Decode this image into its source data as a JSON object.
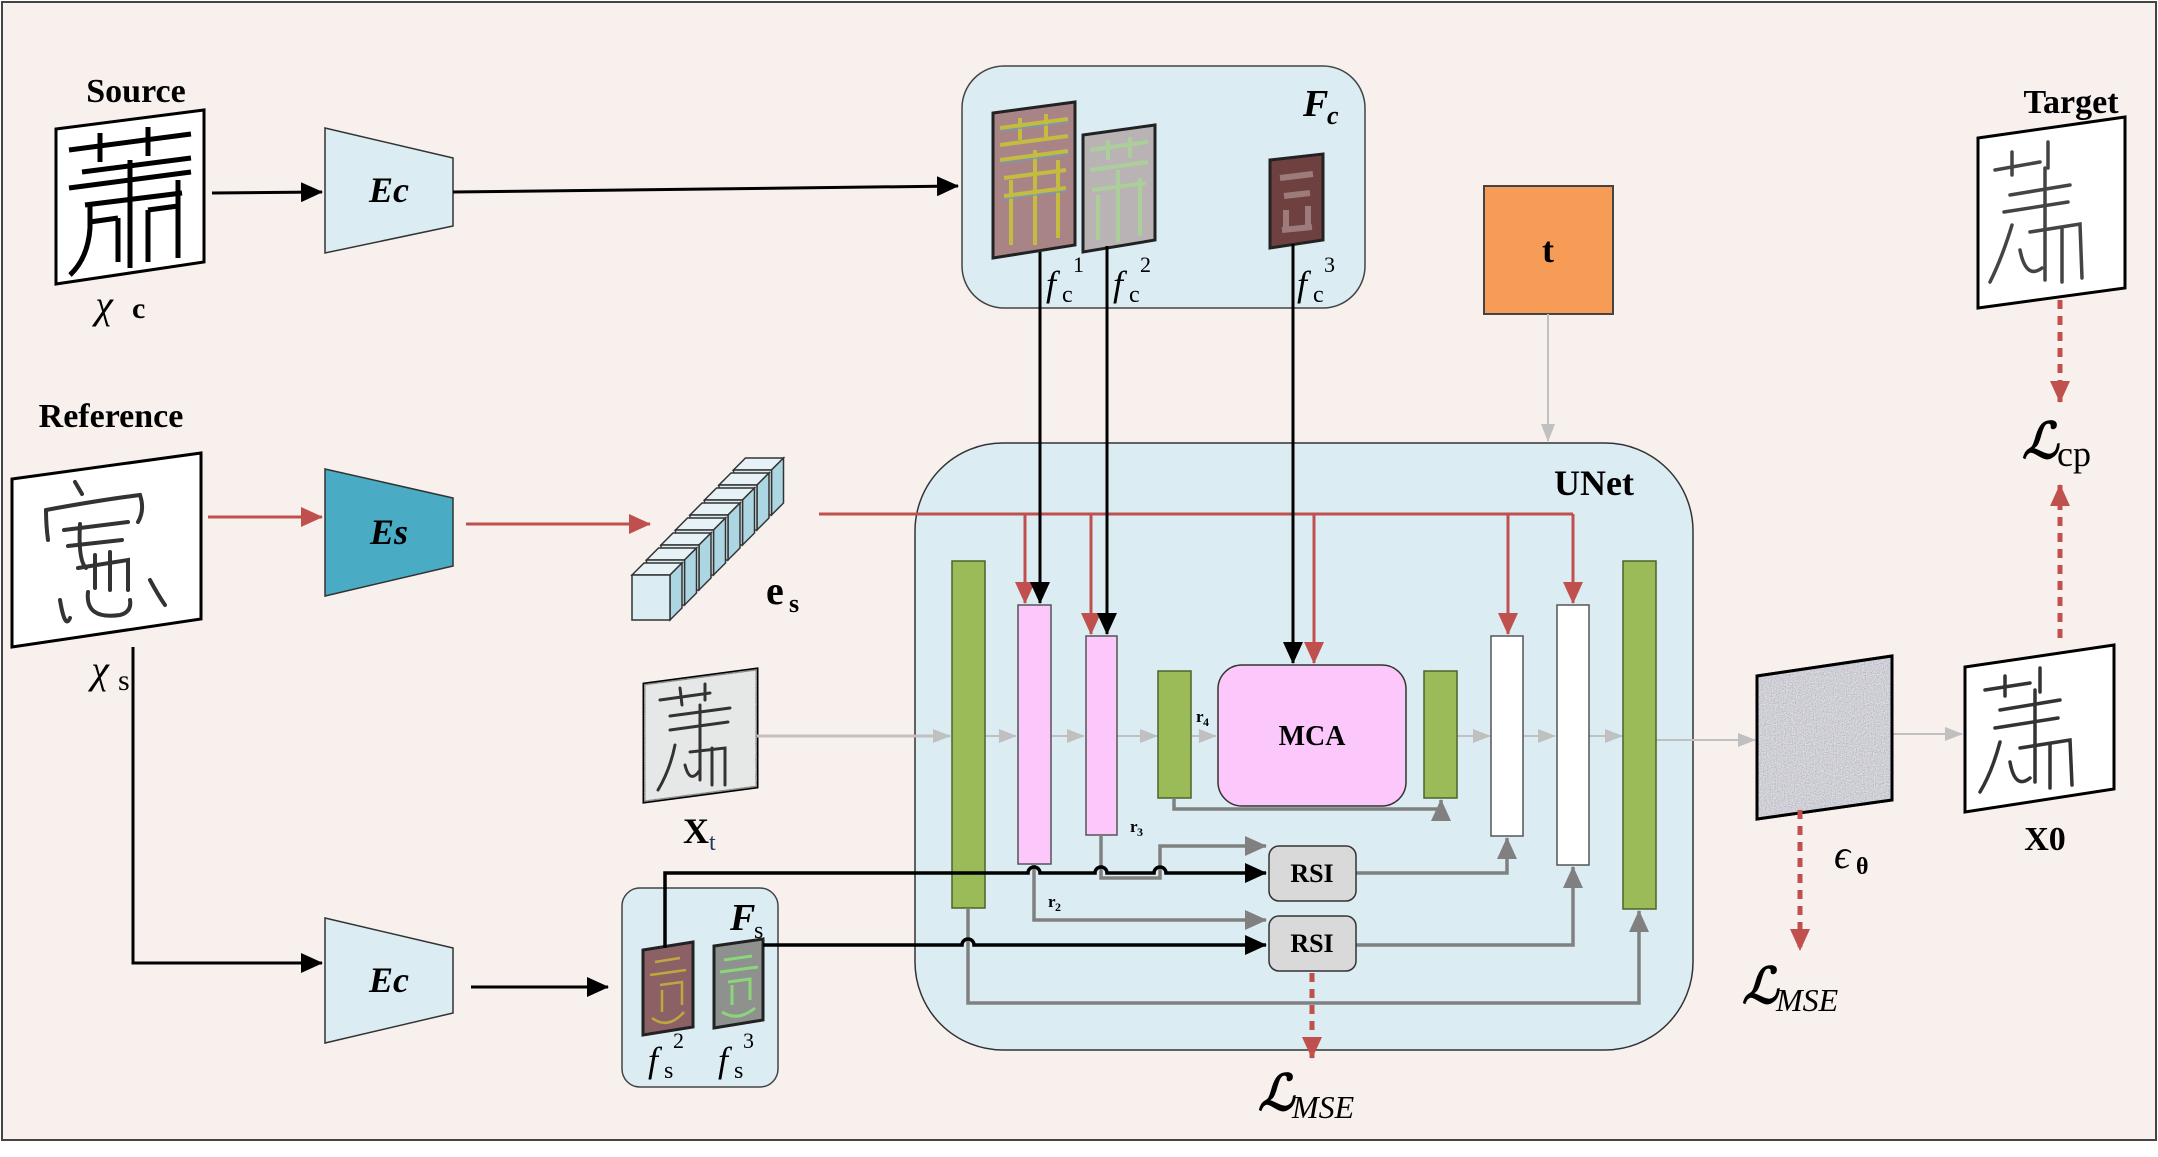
{
  "figure": {
    "inputs": {
      "source_title": "Source",
      "source_var": "χ",
      "source_var_sub": "c",
      "reference_title": "Reference",
      "reference_var": "χ",
      "reference_var_sub": "s",
      "target_title": "Target"
    },
    "encoders": {
      "content_encoder": "Ec",
      "style_encoder": "Es",
      "content_encoder_2": "Ec"
    },
    "style_embedding": {
      "label": "e",
      "sub": "s"
    },
    "content_features": {
      "group_label": "F",
      "group_sub": "c",
      "maps": [
        {
          "label": "f",
          "sub": "c",
          "sup": "1"
        },
        {
          "label": "f",
          "sub": "c",
          "sup": "2"
        },
        {
          "label": "f",
          "sub": "c",
          "sup": "3"
        }
      ]
    },
    "style_features": {
      "group_label": "F",
      "group_sub": "s",
      "maps": [
        {
          "label": "f",
          "sub": "s",
          "sup": "2"
        },
        {
          "label": "f",
          "sub": "s",
          "sup": "3"
        }
      ]
    },
    "timestep": {
      "label": "t"
    },
    "noisy_input": {
      "label": "X",
      "sub": "t"
    },
    "unet": {
      "title": "UNet",
      "mca_label": "MCA",
      "rsi_labels": [
        "RSI",
        "RSI"
      ],
      "residual_labels": [
        {
          "label": "r",
          "sub": "4"
        },
        {
          "label": "r",
          "sub": "3"
        },
        {
          "label": "r",
          "sub": "2"
        }
      ]
    },
    "outputs": {
      "noise_pred": {
        "label": "ϵ",
        "sub": "θ"
      },
      "x0": {
        "label": "X0"
      }
    },
    "losses": {
      "cp": {
        "symbol": "ℒ",
        "sub": "cp"
      },
      "mse_right": {
        "symbol": "ℒ",
        "sub": "MSE"
      },
      "mse_bottom": {
        "symbol": "ℒ",
        "sub": "MSE"
      }
    },
    "colors": {
      "background": "#f8f0ed",
      "panel_fill": "#dbedf3",
      "style_encoder": "#4aabc4",
      "style_path": "#c0504d",
      "green_block": "#9bbb59",
      "pink_block": "#fcc8fc",
      "timestep_box": "#f79c56",
      "rsi_fill": "#d9d9d9",
      "skip_line": "#808080",
      "flow_line": "#c0c0c0"
    }
  }
}
